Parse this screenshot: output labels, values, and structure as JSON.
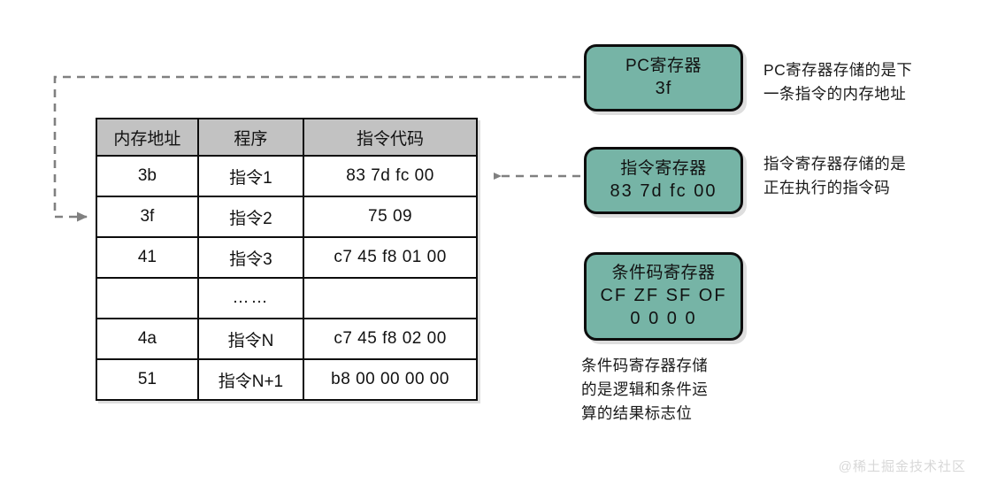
{
  "diagram": {
    "background_color": "#ffffff",
    "box_fill_color": "#76b4a6",
    "header_fill_color": "#c2c2c2",
    "connector_color": "#808080"
  },
  "table": {
    "headers": [
      "内存地址",
      "程序",
      "指令代码"
    ],
    "rows": [
      {
        "address": "3b",
        "program": "指令1",
        "code": "83  7d  fc  00"
      },
      {
        "address": "3f",
        "program": "指令2",
        "code": "75  09"
      },
      {
        "address": "41",
        "program": "指令3",
        "code": "c7  45  f8  01  00"
      },
      {
        "address": "",
        "program": "……",
        "code": ""
      },
      {
        "address": "4a",
        "program": "指令N",
        "code": "c7  45  f8  02  00"
      },
      {
        "address": "51",
        "program": "指令N+1",
        "code": "b8  00  00  00  00"
      }
    ]
  },
  "registers": [
    {
      "id": "pc",
      "title": "PC寄存器",
      "value": "3f",
      "note": "PC寄存器存储的是下\n一条指令的内存地址"
    },
    {
      "id": "ir",
      "title": "指令寄存器",
      "value": "83  7d  fc  00",
      "note": "指令寄存器存储的是\n正在执行的指令码"
    },
    {
      "id": "cc",
      "title": "条件码寄存器",
      "flags": "CF  ZF  SF  OF",
      "values": "0    0    0    0",
      "note": "条件码寄存器存储\n的是逻辑和条件运\n算的结果标志位"
    }
  ],
  "watermark": "@稀土掘金技术社区"
}
